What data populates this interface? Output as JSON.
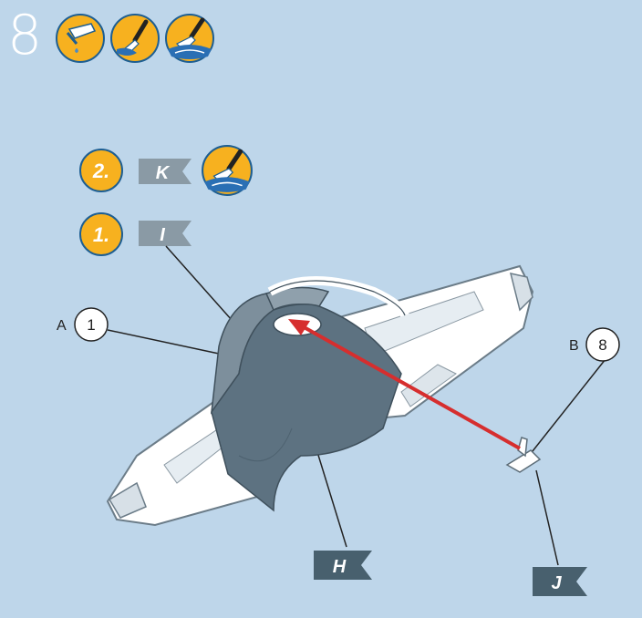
{
  "header": {
    "step_number": "8"
  },
  "icons": [
    "glue-dropper-icon",
    "paint-brush-icon",
    "wash-brush-icon"
  ],
  "steps": [
    {
      "order": "2.",
      "flag": "K",
      "icon": "wash-brush-icon"
    },
    {
      "order": "1.",
      "flag": "I"
    }
  ],
  "parts": [
    {
      "letter": "A",
      "number": "1"
    },
    {
      "letter": "B",
      "number": "8"
    }
  ],
  "flags": {
    "left": "H",
    "right": "J"
  },
  "colors": {
    "background": "#bed6ea",
    "icon_fill": "#f7b11f",
    "icon_border": "#1d5e92",
    "flag_light": "#8a9aa5",
    "flag_dark": "#48606e",
    "part_grey": "#5d7281",
    "arrow": "#d62e2e"
  }
}
